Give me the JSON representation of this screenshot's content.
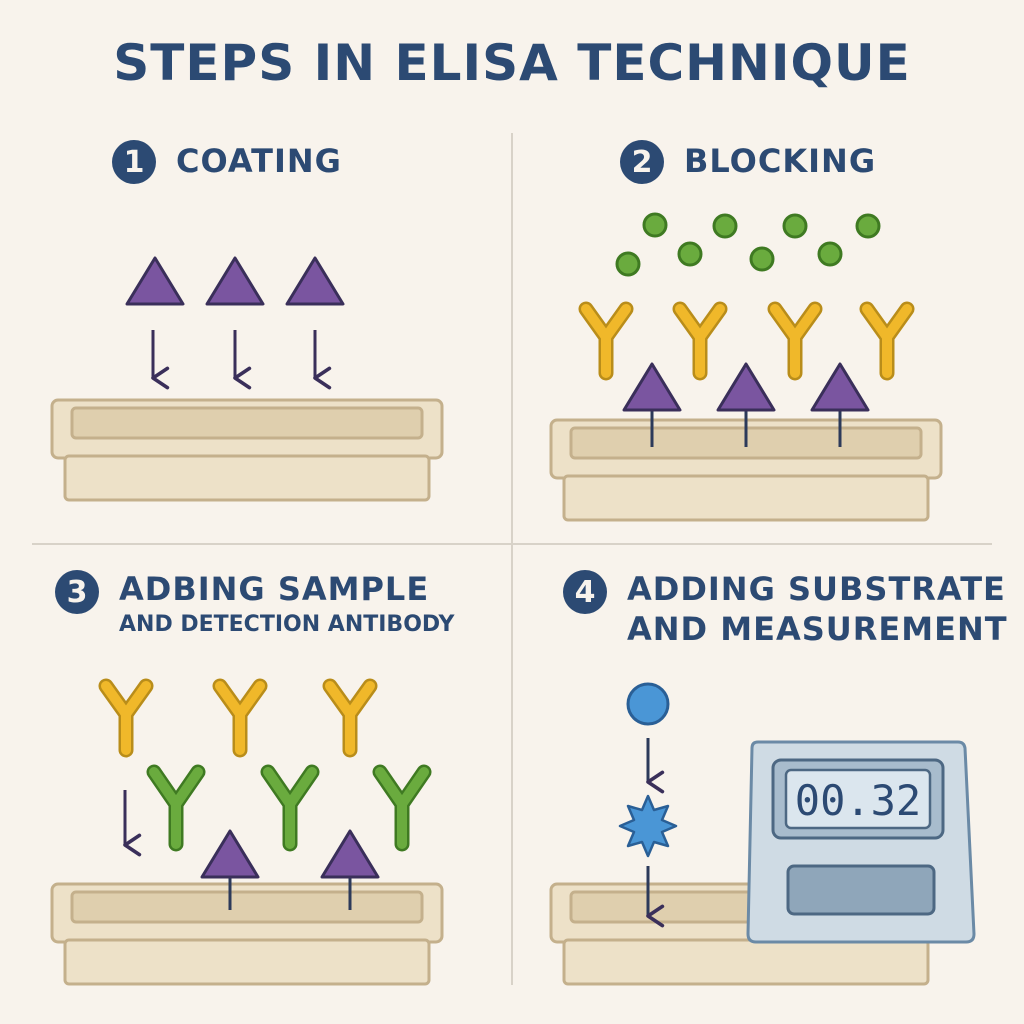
{
  "title": "STEPS IN ELISA TECHNIQUE",
  "steps": [
    {
      "number": "1",
      "title": "COATING",
      "subtitle": ""
    },
    {
      "number": "2",
      "title": "BLOCKING",
      "subtitle": ""
    },
    {
      "number": "3",
      "title": "ADBING SAMPLE",
      "subtitle": "AND DETECTION ANTIBODY"
    },
    {
      "number": "4",
      "title": "ADDING SUBSTRATE",
      "subtitle": "AND MEASUREMENT"
    }
  ],
  "reader": {
    "display_value": "00.32"
  },
  "colors": {
    "antigen": "#7a55a0",
    "capture_antibody": "#f0b82a",
    "detection_antibody": "#6aab3e",
    "blocking_protein": "#6aab3e",
    "substrate": "#4a96d6",
    "tray": "#ede1c8",
    "reader": "#cfdbe4",
    "text": "#2c4a73"
  }
}
